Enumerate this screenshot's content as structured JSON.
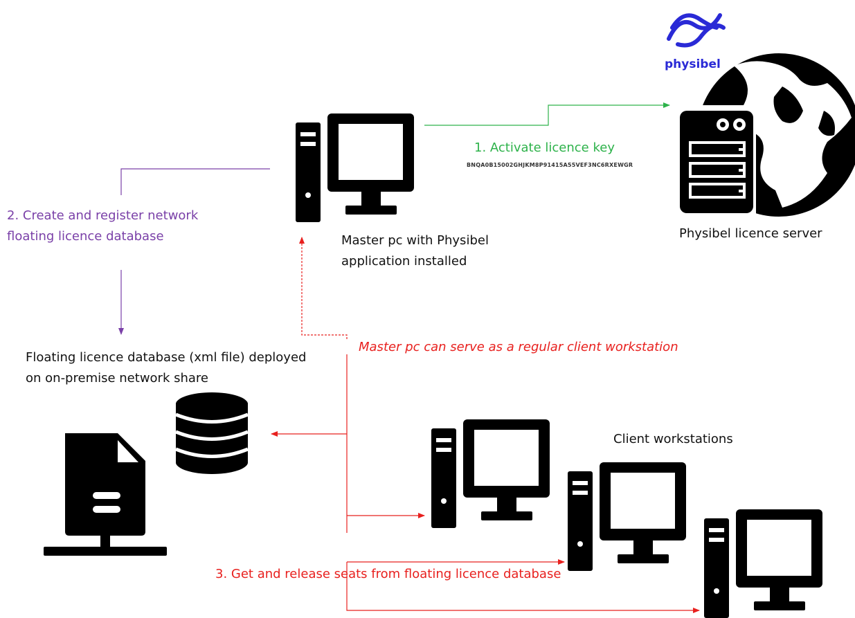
{
  "labels": {
    "step1": "1. Activate licence key",
    "licence_key": "BNQA0B15002GHJKM8P91415A55VEF3NC6RXEWGR",
    "step2": "2. Create and register network floating licence database",
    "master": "Master pc with Physibel application installed",
    "server": "Physibel licence server",
    "db": "Floating licence database (xml file) deployed on on-premise network share",
    "note": "Master pc can serve as a regular client workstation",
    "clients": "Client workstations",
    "step3": "3. Get and release seats from floating licence database",
    "logo": "physibel"
  },
  "colors": {
    "activate": "#2db24a",
    "create": "#7a40a8",
    "seats": "#e8201e",
    "logo": "#2a2ad6",
    "icon": "#000000"
  },
  "icons": [
    "physibel-logo",
    "globe-icon",
    "server-icon",
    "desktop-computer-icon",
    "database-icon",
    "network-document-icon"
  ]
}
